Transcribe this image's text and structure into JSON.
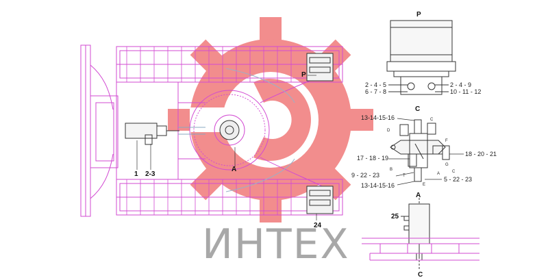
{
  "colors": {
    "drawing_magenta": "#d24ad2",
    "drawing_dark": "#333333",
    "watermark_red": "#f07a7a",
    "watermark_gray": "#a8a8a8"
  },
  "watermark": {
    "brand_text": "ИНТЕХ"
  },
  "main_view": {
    "callouts": [
      {
        "id": "c1",
        "text": "1"
      },
      {
        "id": "c2",
        "text": "2-3"
      },
      {
        "id": "cA",
        "text": "A"
      },
      {
        "id": "cP",
        "text": "P"
      },
      {
        "id": "c24",
        "text": "24"
      }
    ]
  },
  "detail_p": {
    "title": "P",
    "labels": [
      {
        "id": "p1",
        "text": "2 - 4 - 5"
      },
      {
        "id": "p2",
        "text": "6 - 7 - 8"
      },
      {
        "id": "p3",
        "text": "2 - 4 - 9"
      },
      {
        "id": "p4",
        "text": "10 - 11 - 12"
      }
    ]
  },
  "detail_c": {
    "title": "C",
    "labels": [
      {
        "id": "cc1",
        "text": "13-14-15-16"
      },
      {
        "id": "cc2",
        "text": "17 - 18 - 19"
      },
      {
        "id": "cc3",
        "text": "18 - 20 - 21"
      },
      {
        "id": "cc4",
        "text": "9 - 22 - 23"
      },
      {
        "id": "cc5",
        "text": "5 - 22 - 23"
      },
      {
        "id": "cc6",
        "text": "13-14-15-16"
      }
    ],
    "port_letters": [
      "D",
      "C",
      "F",
      "G",
      "A",
      "B",
      "T",
      "E",
      "C"
    ]
  },
  "detail_a": {
    "title": "A",
    "part_label": "25",
    "section_label": "C"
  }
}
